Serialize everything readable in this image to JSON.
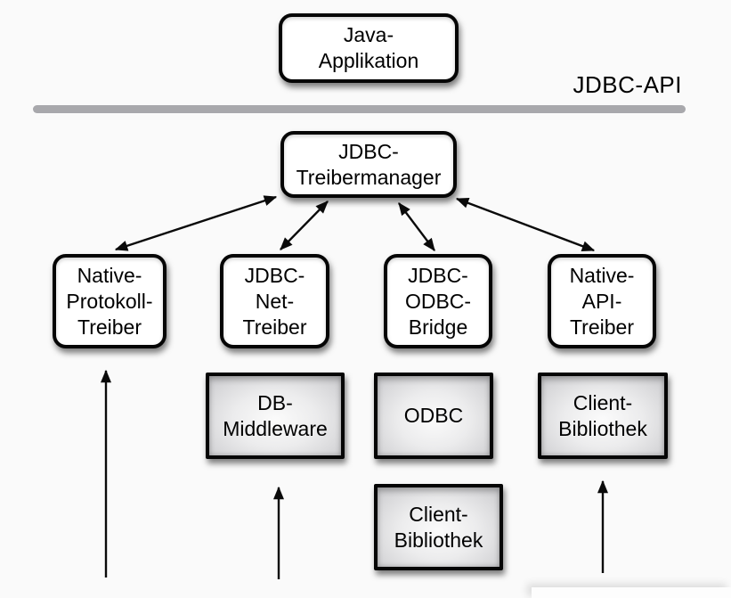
{
  "api_label": "JDBC-API",
  "nodes": {
    "java_application": "Java-\nApplikation",
    "jdbc_treibermanager": "JDBC-\nTreibermanager",
    "native_protokoll_treiber": "Native-\nProtokoll-\nTreiber",
    "jdbc_net_treiber": "JDBC-\nNet-\nTreiber",
    "jdbc_odbc_bridge": "JDBC-\nODBC-\nBridge",
    "native_api_treiber": "Native-\nAPI-\nTreiber",
    "db_middleware": "DB-\nMiddleware",
    "odbc": "ODBC",
    "client_bibliothek_native": "Client-\nBibliothek",
    "client_bibliothek_odbc": "Client-\nBibliothek"
  },
  "colors": {
    "background": "#fafafa",
    "divider": "#a8a8ac",
    "node_fill": "#ffffff",
    "node_border": "#050505",
    "library_fill_edge": "#cbcbce",
    "arrow": "#0a0a0a"
  }
}
